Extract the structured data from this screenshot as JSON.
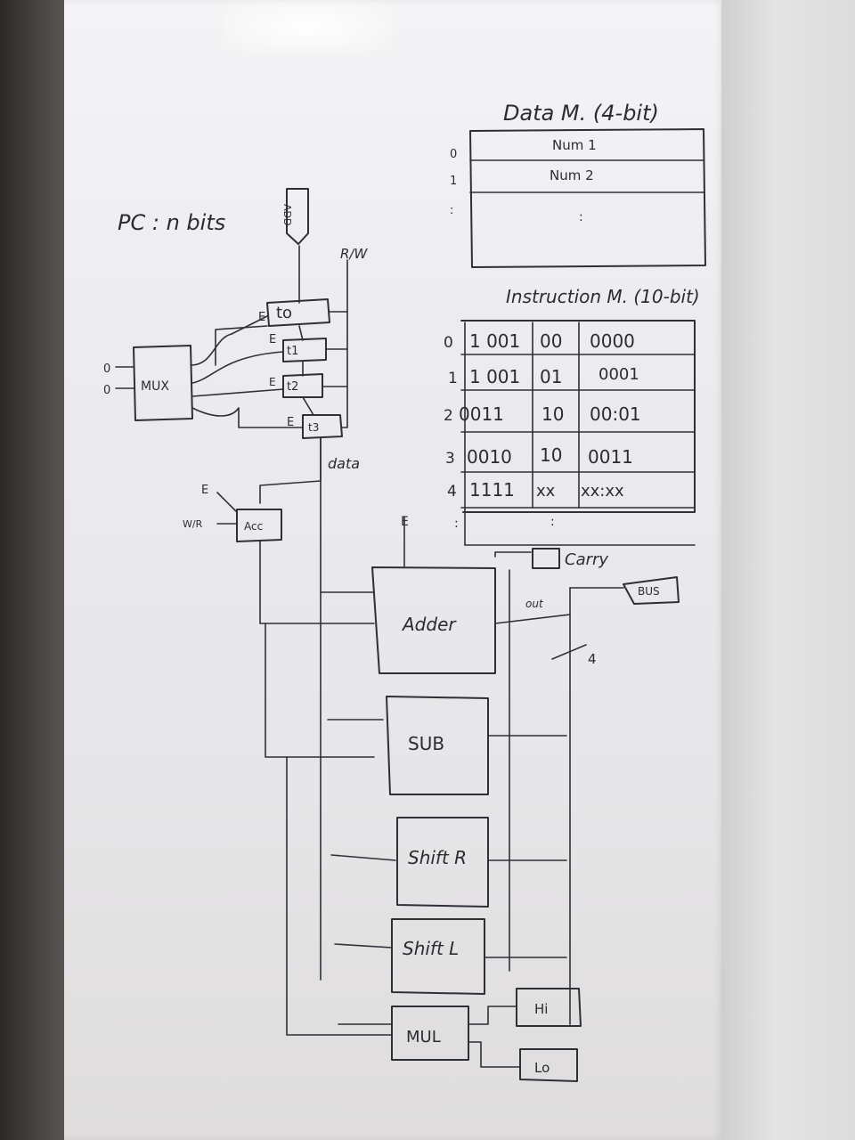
{
  "data_memory": {
    "title": "Data M. (4-bit)",
    "rows": [
      {
        "addr": "0",
        "value": "Num 1"
      },
      {
        "addr": "1",
        "value": "Num 2"
      },
      {
        "addr": ":",
        "value": ":"
      }
    ]
  },
  "pc_label": "PC : n bits",
  "pc_box": "ADD",
  "rw_label": "R/W",
  "instruction_memory": {
    "title": "Instruction M. (10-bit)",
    "rows": [
      {
        "addr": "0",
        "op": "1 001",
        "reg": "00",
        "imm": "0000"
      },
      {
        "addr": "1",
        "op": "1 001",
        "reg": "01",
        "imm": "0001"
      },
      {
        "addr": "2",
        "op": "0011",
        "reg": "10",
        "imm": "00:01"
      },
      {
        "addr": "3",
        "op": "0010",
        "reg": "10",
        "imm": "0011"
      },
      {
        "addr": "4",
        "op": "1111",
        "reg": "xx",
        "imm": "xx:xx"
      },
      {
        "addr": ":",
        "op": ":",
        "reg": "",
        "imm": ""
      }
    ]
  },
  "registers": [
    "to",
    "t1",
    "t2",
    "t3"
  ],
  "enable_label": "E",
  "mux_label": "MUX",
  "mux_inputs": [
    "0",
    "0"
  ],
  "data_label": "data",
  "acc_label": "Acc",
  "acc_control": "W/R",
  "alu_units": [
    "Adder",
    "SUB",
    "Shift R",
    "Shift L",
    "MUL"
  ],
  "carry_label": "Carry",
  "bus_label": "BUS",
  "out_label": "out",
  "bus_width": "4",
  "mul_outputs": [
    "Hi",
    "Lo"
  ]
}
